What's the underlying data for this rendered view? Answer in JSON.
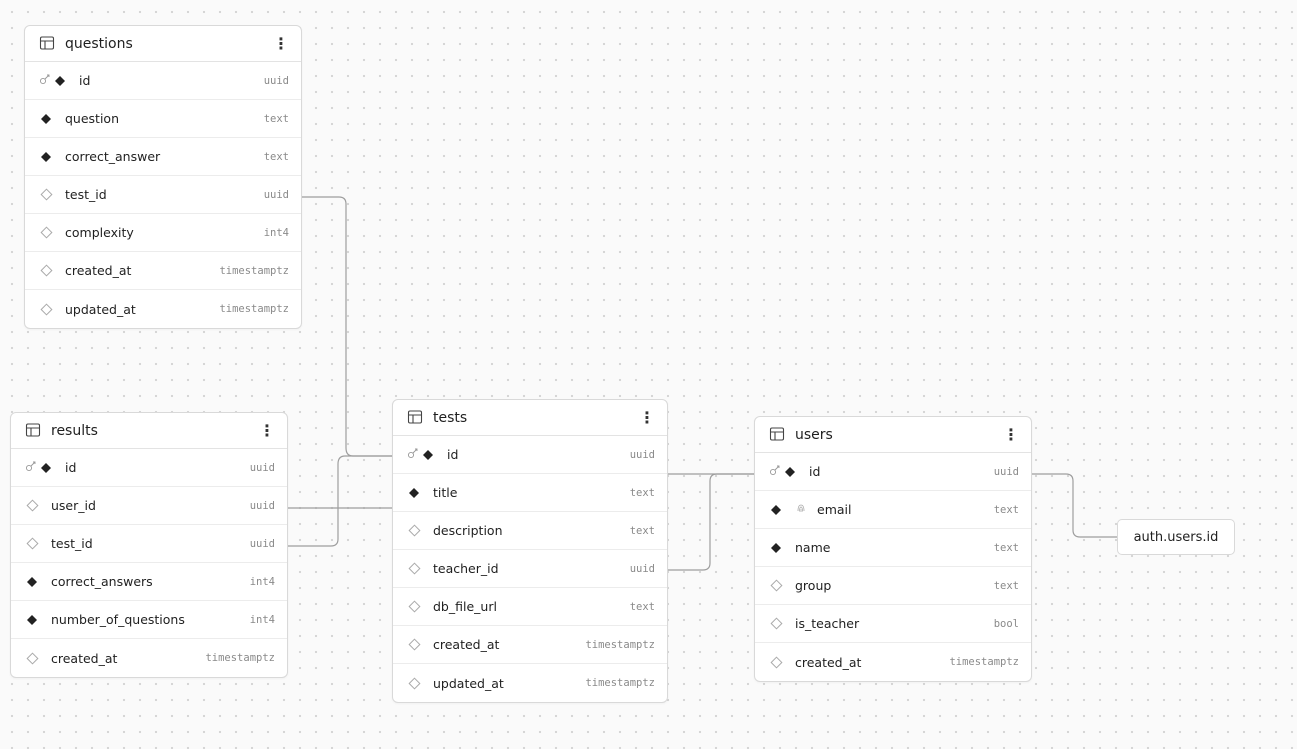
{
  "tables": {
    "questions": {
      "name": "questions",
      "columns": [
        {
          "name": "id",
          "type": "uuid",
          "pk": true,
          "req": true
        },
        {
          "name": "question",
          "type": "text",
          "req": true
        },
        {
          "name": "correct_answer",
          "type": "text",
          "req": true
        },
        {
          "name": "test_id",
          "type": "uuid",
          "req": false
        },
        {
          "name": "complexity",
          "type": "int4",
          "req": false
        },
        {
          "name": "created_at",
          "type": "timestamptz",
          "req": false
        },
        {
          "name": "updated_at",
          "type": "timestamptz",
          "req": false
        }
      ]
    },
    "results": {
      "name": "results",
      "columns": [
        {
          "name": "id",
          "type": "uuid",
          "pk": true,
          "req": true
        },
        {
          "name": "user_id",
          "type": "uuid",
          "req": false
        },
        {
          "name": "test_id",
          "type": "uuid",
          "req": false
        },
        {
          "name": "correct_answers",
          "type": "int4",
          "req": true
        },
        {
          "name": "number_of_questions",
          "type": "int4",
          "req": true
        },
        {
          "name": "created_at",
          "type": "timestamptz",
          "req": false
        }
      ]
    },
    "tests": {
      "name": "tests",
      "columns": [
        {
          "name": "id",
          "type": "uuid",
          "pk": true,
          "req": true
        },
        {
          "name": "title",
          "type": "text",
          "req": true
        },
        {
          "name": "description",
          "type": "text",
          "req": false
        },
        {
          "name": "teacher_id",
          "type": "uuid",
          "req": false
        },
        {
          "name": "db_file_url",
          "type": "text",
          "req": false
        },
        {
          "name": "created_at",
          "type": "timestamptz",
          "req": false
        },
        {
          "name": "updated_at",
          "type": "timestamptz",
          "req": false
        }
      ]
    },
    "users": {
      "name": "users",
      "columns": [
        {
          "name": "id",
          "type": "uuid",
          "pk": true,
          "req": true
        },
        {
          "name": "email",
          "type": "text",
          "req": true,
          "unique": true
        },
        {
          "name": "name",
          "type": "text",
          "req": true
        },
        {
          "name": "group",
          "type": "text",
          "req": false
        },
        {
          "name": "is_teacher",
          "type": "bool",
          "req": false
        },
        {
          "name": "created_at",
          "type": "timestamptz",
          "req": false
        }
      ]
    }
  },
  "external_ref": {
    "label": "auth.users.id"
  },
  "icons": {
    "table": "table-icon",
    "menu": "more-vertical-icon",
    "primary_key": "key-icon",
    "required": "filled-diamond-icon",
    "nullable": "outline-diamond-icon",
    "unique": "fingerprint-icon"
  },
  "colors": {
    "canvas": "#fafafa",
    "dot": "#d4d4d4",
    "border": "#d9d9d9",
    "link": "#9e9e9e"
  }
}
